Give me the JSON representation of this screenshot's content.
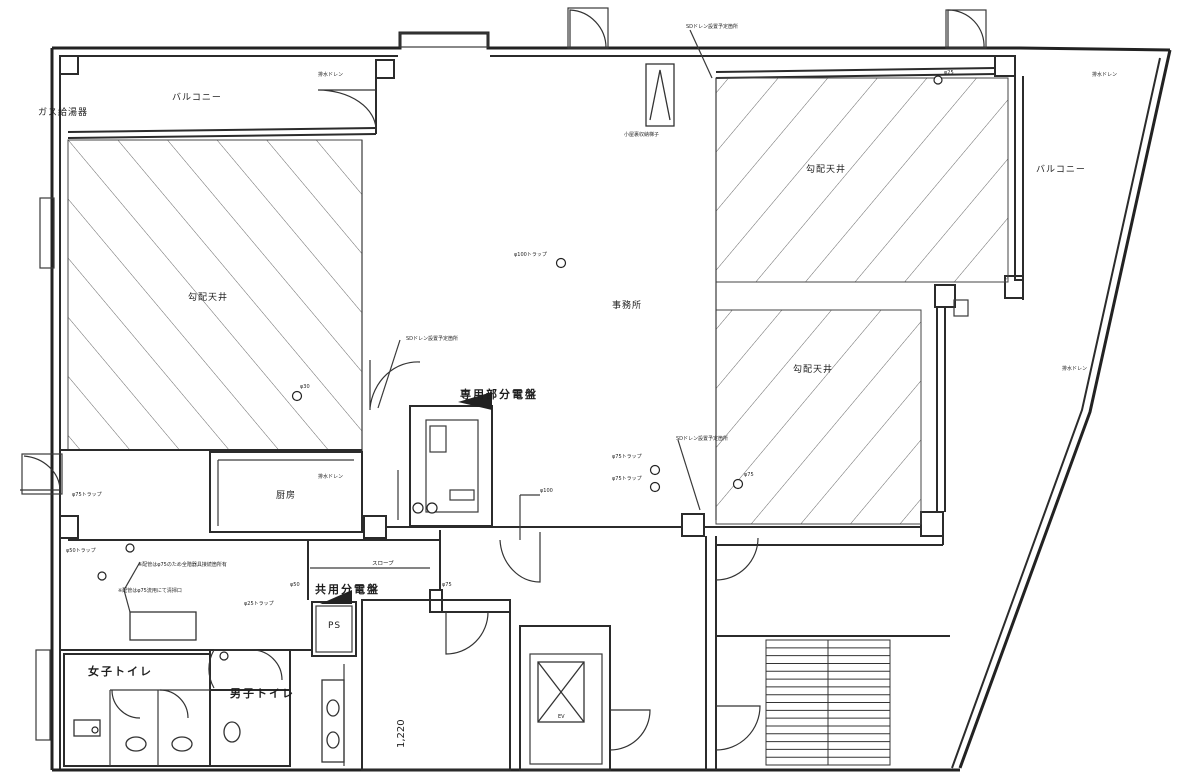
{
  "labels": {
    "balcony_top": "バルコニー",
    "balcony_right": "バルコニー",
    "gas_heater": "ガス給湯器",
    "slope_ceiling_left": "勾配天井",
    "slope_ceiling_top_right": "勾配天井",
    "slope_ceiling_mid_right": "勾配天井",
    "office": "事務所",
    "kitchen": "厨房",
    "exclusive_panel": "専用部分電盤",
    "shared_panel": "共用分電盤",
    "ps": "PS",
    "womens_toilet": "女子トイレ",
    "mens_toilet": "男子トイレ",
    "slope": "スロープ",
    "ev": "EV",
    "dimension": "1,220",
    "storage_ladder": "小屋裏収納梯子"
  },
  "notes": {
    "drain_top_left": "排水ドレン",
    "drain_top_right": "排水ドレン",
    "drain_right": "排水ドレン",
    "drain_kitchen": "排水ドレン",
    "drain_header_top": "SDドレン設置予定箇所",
    "drain_header_mid": "SDドレン設置予定箇所",
    "drain_header_low": "SDドレン設置予定箇所",
    "trap_office": "φ100トラップ",
    "trap_top_right": "φ25",
    "trap_left": "φ30",
    "trap_mid1": "φ75トラップ",
    "trap_mid2": "φ75トラップ",
    "trap_mid3": "φ75",
    "trap_left_wall": "φ75トラップ",
    "trap_lower_left": "φ50トラップ",
    "note_lower_left_1": "※配管はφ75のため全階器具接続箇所有",
    "note_lower_left_2": "※配管はφ75流用にて清掃口",
    "trap_lower_mid": "φ25トラップ",
    "phi_50": "φ50",
    "phi_75": "φ75",
    "phi_100": "φ100"
  }
}
